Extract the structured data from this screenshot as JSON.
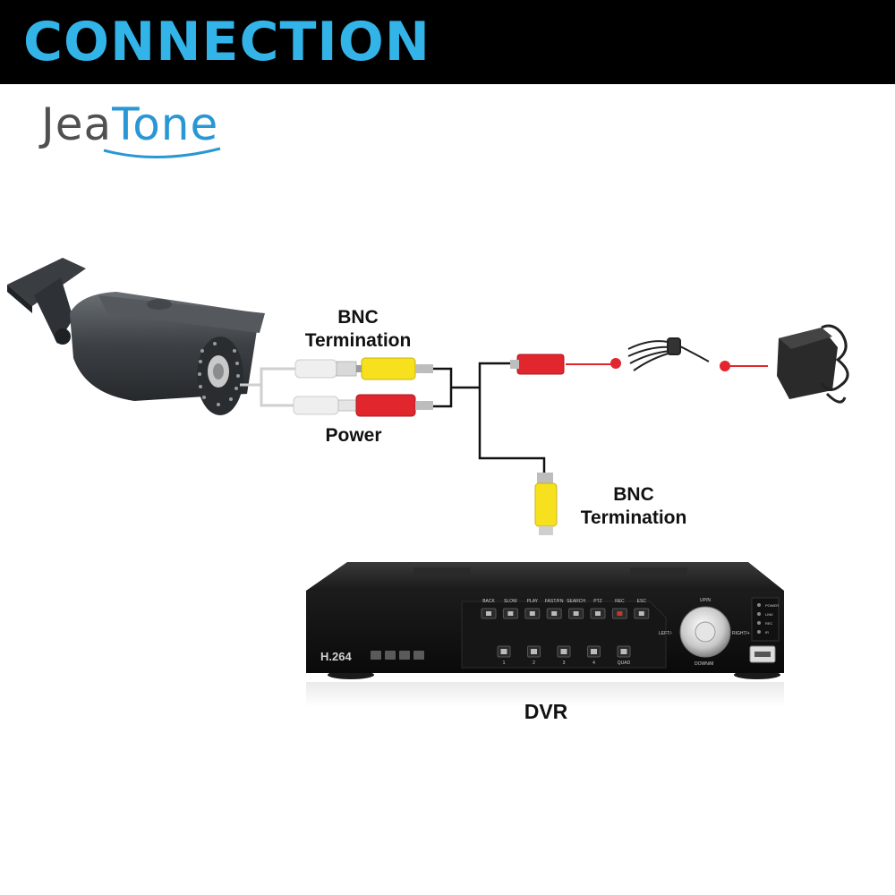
{
  "header": {
    "title": "CONNECTION"
  },
  "logo": {
    "part1": "Jea",
    "part2": "Tone"
  },
  "labels": {
    "bnc_top_line1": "BNC",
    "bnc_top_line2": "Termination",
    "power": "Power",
    "bnc_bottom_line1": "BNC",
    "bnc_bottom_line2": "Termination",
    "dvr": "DVR"
  },
  "dvr_panel": {
    "brand": "H.264",
    "buttons": [
      "BACK",
      "SLOW",
      "PLAY",
      "FAST/FN",
      "SEARCH",
      "PTZ",
      "REC",
      "ESC"
    ],
    "channels": [
      "1",
      "2",
      "3",
      "4",
      "QUAD"
    ],
    "side_leds": [
      "POWER",
      "LINK",
      "REC",
      "IR"
    ],
    "jog": {
      "up": "UP/N",
      "left": "LEFT/-",
      "right": "RIGHT/+",
      "down": "DOWN/M"
    }
  },
  "colors": {
    "header_bg": "#000000",
    "title": "#33b4e8",
    "logo_gray": "#505050",
    "logo_blue": "#2a97d4",
    "bnc_yellow": "#f7e01d",
    "power_red": "#e2262e",
    "plug_white": "#eeeeee"
  },
  "icons": [
    "camera-icon",
    "power-adapter-icon",
    "splitter-cable-icon",
    "dvr-device-icon"
  ]
}
